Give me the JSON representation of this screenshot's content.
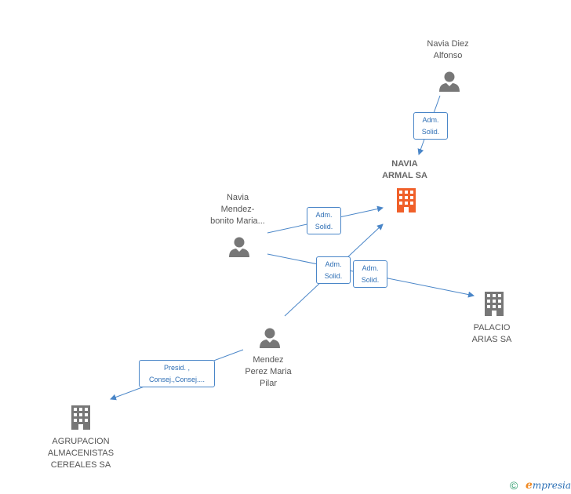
{
  "nodes": {
    "navia_diez_alfonso": {
      "label": "Navia Diez\nAlfonso",
      "kind": "person"
    },
    "navia_armal_sa": {
      "label": "NAVIA\nARMAL SA",
      "kind": "company-focus"
    },
    "navia_mendez": {
      "label": "Navia\nMendez-\nbonito Maria...",
      "kind": "person"
    },
    "palacio_arias": {
      "label": "PALACIO\nARIAS SA",
      "kind": "company"
    },
    "mendez_perez": {
      "label": "Mendez\nPerez Maria\nPilar",
      "kind": "person"
    },
    "agrupacion": {
      "label": "AGRUPACION\nALMACENISTAS\nCEREALES SA",
      "kind": "company"
    }
  },
  "relations": [
    {
      "id": "rel1",
      "from": "Navia Diez Alfonso",
      "to": "NAVIA ARMAL SA",
      "label": "Adm.\nSolid."
    },
    {
      "id": "rel2",
      "from": "Navia Mendez-bonito Maria...",
      "to": "NAVIA ARMAL SA",
      "label": "Adm.\nSolid."
    },
    {
      "id": "rel3",
      "from": "Mendez Perez Maria Pilar",
      "to": "NAVIA ARMAL SA",
      "label": "Adm.\nSolid."
    },
    {
      "id": "rel4",
      "from": "Navia Mendez-bonito Maria...",
      "to": "PALACIO ARIAS SA",
      "label": "Adm.\nSolid."
    },
    {
      "id": "rel5",
      "from": "Mendez Perez Maria Pilar",
      "to": "AGRUPACION ALMACENISTAS CEREALES SA",
      "label": "Presid. ,\nConsej.,Consej...."
    }
  ],
  "colors": {
    "person": "#777777",
    "company": "#777777",
    "company_focus": "#f0602a",
    "edge": "#4a86c8"
  },
  "footer": {
    "copyright": "©",
    "brand_e": "e",
    "brand_rest": "mpresia"
  }
}
